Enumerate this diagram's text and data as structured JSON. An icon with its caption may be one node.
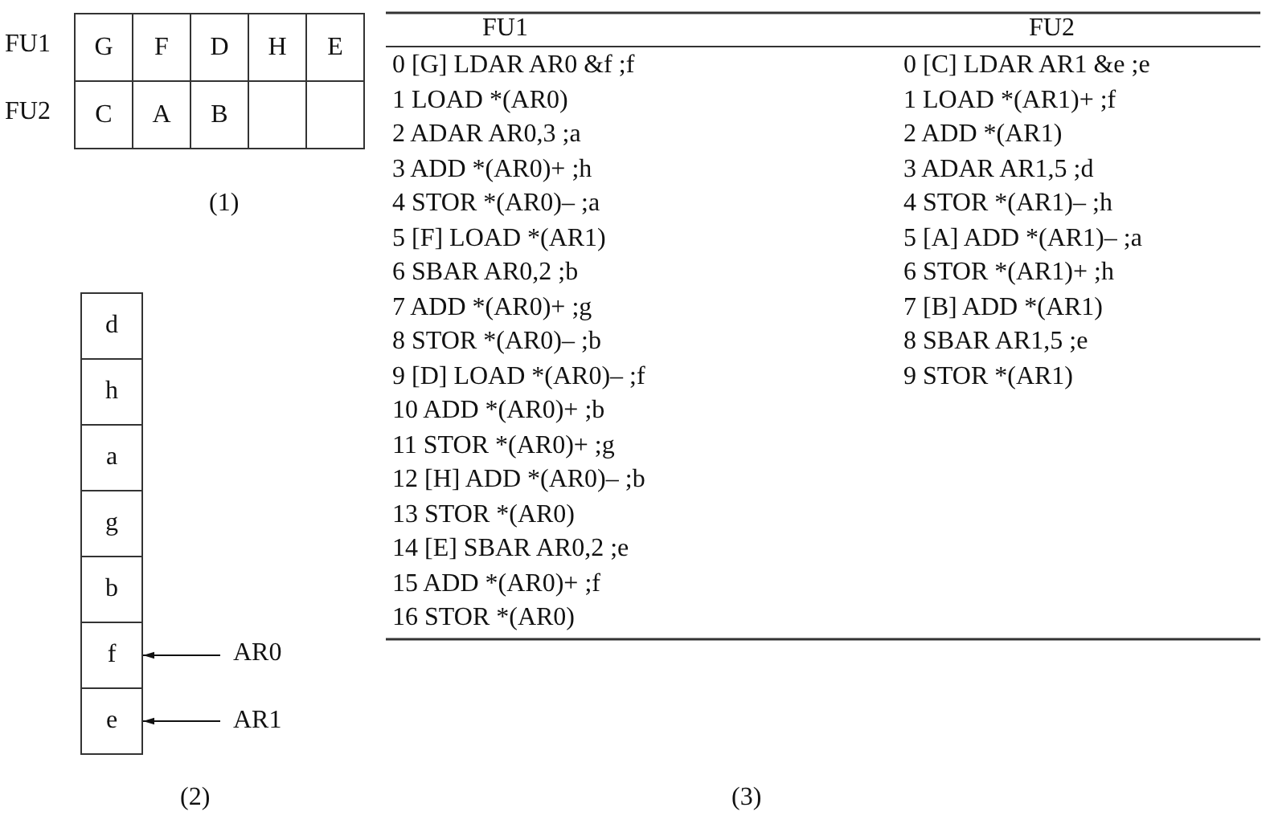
{
  "diagram": {
    "nodes": [
      {
        "text": [
          "d"
        ]
      },
      {
        "text": [
          "h"
        ]
      },
      {
        "text": [
          "a"
        ]
      },
      {
        "text": [
          "g"
        ]
      },
      {
        "text": [
          "b"
        ]
      },
      {
        "text": [
          "f"
        ]
      },
      {
        "text": [
          "e"
        ]
      },
      {
        "text": [
          "AR0"
        ]
      },
      {
        "text": [
          "AR1"
        ]
      }
    ],
    "edges": [
      {
        "from": 7,
        "to": 5,
        "arrow": "to"
      },
      {
        "from": 8,
        "to": 6,
        "arrow": "to"
      }
    ],
    "labels": [
      "FU1",
      "G",
      "F",
      "D",
      "H",
      "E",
      "FU2",
      "C",
      "A",
      "B",
      "(1)",
      "FU1",
      "FU2",
      "0 [G] LDAR AR0 &f ;f",
      "0 [C] LDAR AR1 &e ;e",
      "1 LOAD *(AR0)",
      "1 LOAD *(AR1)+ ;f",
      "2 ADAR AR0,3 ;a",
      "2 ADD *(AR1)",
      "3 ADD *(AR0)+ ;h",
      "3 ADAR AR1,5 ;d",
      "4 STOR *(AR0)– ;a",
      "4 STOR *(AR1)– ;h",
      "5 [F] LOAD *(AR1)",
      "5 [A] ADD *(AR1)– ;a",
      "6 SBAR AR0,2 ;b",
      "6 STOR *(AR1)+ ;h",
      "7 ADD *(AR0)+ ;g",
      "7 [B] ADD *(AR1)",
      "8 STOR *(AR0)– ;b",
      "8 SBAR AR1,5 ;e",
      "9 [D] LOAD *(AR0)– ;f",
      "9 STOR *(AR1)",
      "10 ADD *(AR0)+ ;b",
      "11 STOR *(AR0)+ ;g",
      "12 [H] ADD *(AR0)– ;b",
      "13 STOR *(AR0)",
      "14 [E] SBAR AR0,2 ;e",
      "15 ADD *(AR0)+ ;f",
      "16 STOR *(AR0)",
      "(2)",
      "(3)"
    ]
  }
}
